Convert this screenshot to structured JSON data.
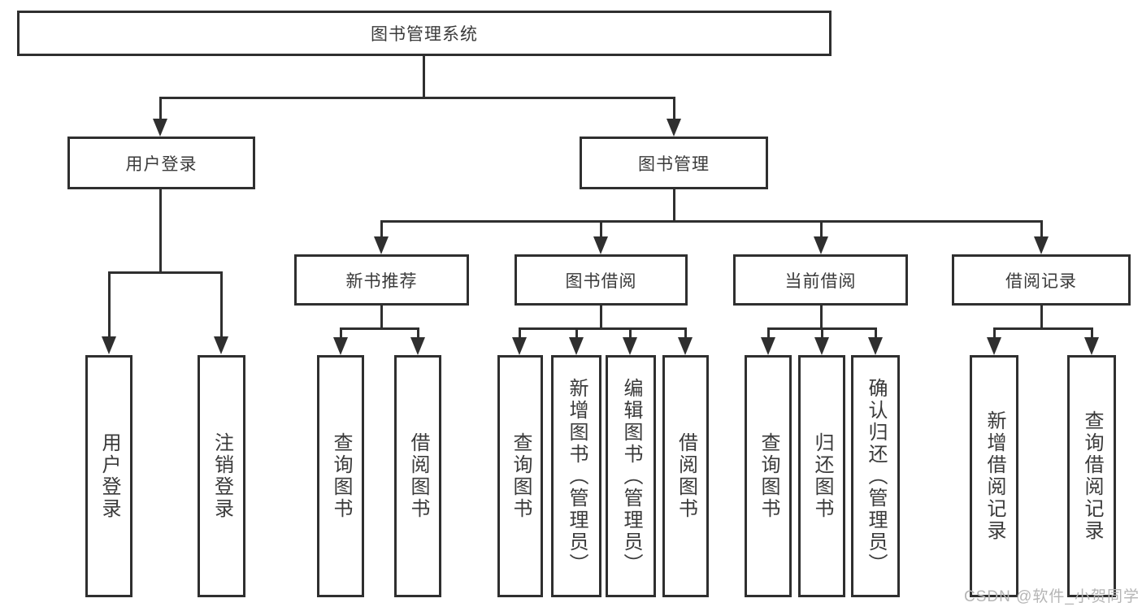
{
  "diagram": {
    "title": "图书管理系统",
    "root": {
      "label": "图书管理系统"
    },
    "branches": {
      "user_login": {
        "label": "用户登录",
        "children": [
          {
            "label": "用户登录"
          },
          {
            "label": "注销登录"
          }
        ]
      },
      "book_management": {
        "label": "图书管理",
        "sections": [
          {
            "label": "新书推荐",
            "children": [
              {
                "label": "查询图书"
              },
              {
                "label": "借阅图书"
              }
            ]
          },
          {
            "label": "图书借阅",
            "children": [
              {
                "label": "查询图书"
              },
              {
                "label": "新增图书（管理员）"
              },
              {
                "label": "编辑图书（管理员）"
              },
              {
                "label": "借阅图书"
              }
            ]
          },
          {
            "label": "当前借阅",
            "children": [
              {
                "label": "查询图书"
              },
              {
                "label": "归还图书"
              },
              {
                "label": "确认归还（管理员）"
              }
            ]
          },
          {
            "label": "借阅记录",
            "children": [
              {
                "label": "新增借阅记录"
              },
              {
                "label": "查询借阅记录"
              }
            ]
          }
        ]
      }
    }
  },
  "watermark": {
    "text": "CSDN @软件_小贺同学"
  },
  "colors": {
    "line": "#2f2f2f",
    "text": "#3a3a3a",
    "watermark": "#b5b5b5",
    "background": "#ffffff"
  }
}
